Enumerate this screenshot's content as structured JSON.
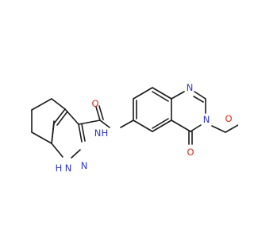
{
  "molecule": {
    "atom_labels": {
      "indazole_nh_h": "H",
      "indazole_nh_n": "N",
      "indazole_n2": "N",
      "amide_o": "O",
      "amide_nh_n": "N",
      "amide_nh_h": "H",
      "quinazoline_n1": "N",
      "quinazoline_n3": "N",
      "quinazolinone_o": "O",
      "methoxy_o": "O"
    },
    "colors": {
      "bond": "#1a1a1a",
      "nitrogen": "#2c33d6",
      "oxygen": "#e0281d",
      "background": "#ffffff"
    }
  }
}
